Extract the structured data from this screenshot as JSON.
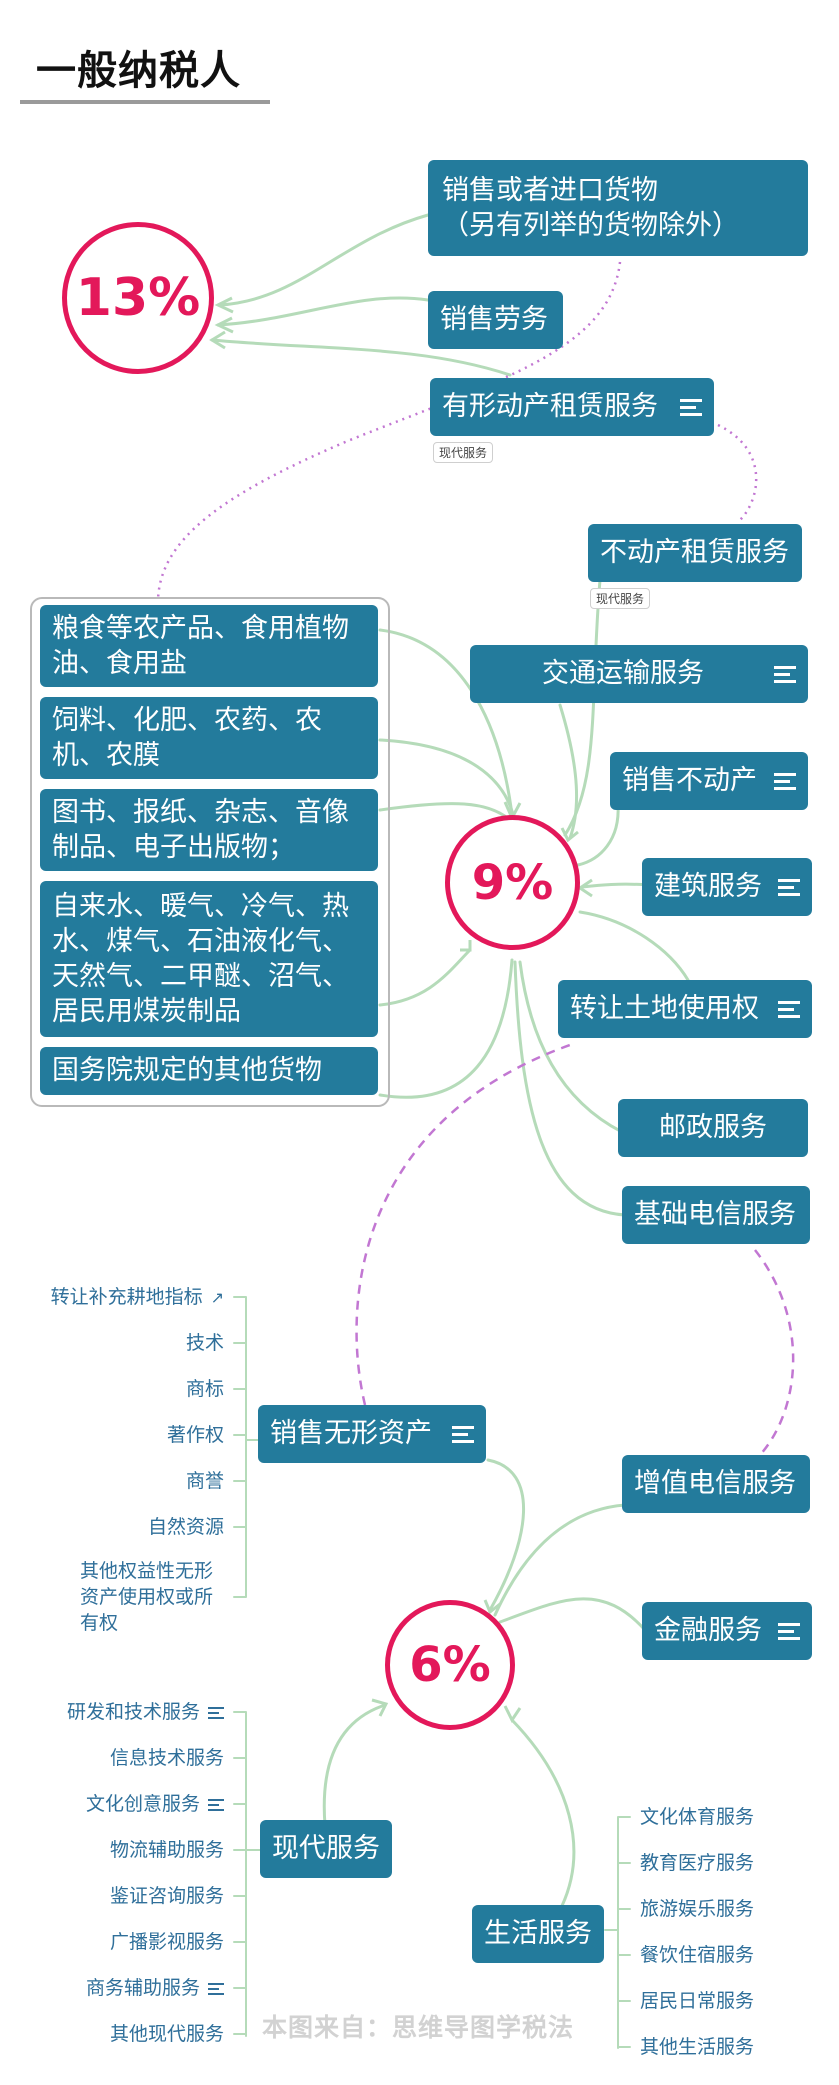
{
  "title": "一般纳税人",
  "watermark": "本图来自：思维导图学税法",
  "rates": {
    "r13": "13%",
    "r9": "9%",
    "r6": "6%"
  },
  "tags": {
    "modern_service_1": "现代服务",
    "modern_service_2": "现代服务"
  },
  "nodes13": {
    "goods_line1": "销售或者进口货物",
    "goods_line2": "（另有列举的货物除外）",
    "labor": "销售劳务",
    "tangible_lease": "有形动产租赁服务"
  },
  "nodes9_right": {
    "real_estate_lease": "不动产租赁服务",
    "transport": "交通运输服务",
    "sell_real_estate": "销售不动产",
    "construction": "建筑服务",
    "land_use_right": "转让土地使用权",
    "postal": "邮政服务",
    "basic_telecom": "基础电信服务"
  },
  "nodes9_goods": [
    "粮食等农产品、食用植物油、食用盐",
    "饲料、化肥、农药、农机、农膜",
    "图书、报纸、杂志、音像制品、电子出版物；",
    "自来水、暖气、冷气、热水、煤气、石油液化气、天然气、二甲醚、沼气、居民用煤炭制品",
    "国务院规定的其他货物"
  ],
  "nodes6": {
    "intangible": "销售无形资产",
    "value_added_telecom": "增值电信服务",
    "financial": "金融服务",
    "modern": "现代服务",
    "life": "生活服务"
  },
  "intangible_items": [
    "转让补充耕地指标",
    "技术",
    "商标",
    "著作权",
    "商誉",
    "自然资源",
    "其他权益性无形资产使用权或所有权"
  ],
  "modern_items": [
    "研发和技术服务",
    "信息技术服务",
    "文化创意服务",
    "物流辅助服务",
    "鉴证咨询服务",
    "广播影视服务",
    "商务辅助服务",
    "其他现代服务"
  ],
  "life_items": [
    "文化体育服务",
    "教育医疗服务",
    "旅游娱乐服务",
    "餐饮住宿服务",
    "居民日常服务",
    "其他生活服务"
  ],
  "colors": {
    "node": "#237b9c",
    "rate": "#e3185a",
    "connector": "#b5dbb9",
    "dotted": "#c277d2",
    "leaf_text": "#2f6f9a"
  }
}
